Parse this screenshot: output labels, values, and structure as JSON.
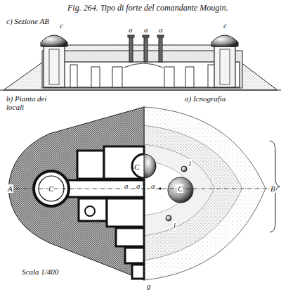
{
  "diagram": {
    "title": "Fig. 264. Tipo di forte del comandante Mougin.",
    "labels": [
      "c) Sezione AB",
      "a",
      "a",
      "a",
      "c",
      "c",
      "b) Pianta dei locali",
      "a) Icnografia",
      "A",
      "B",
      "C",
      "C",
      "C",
      "a",
      "a",
      "a",
      "i",
      "i",
      "Scala 1/400",
      "g"
    ]
  }
}
